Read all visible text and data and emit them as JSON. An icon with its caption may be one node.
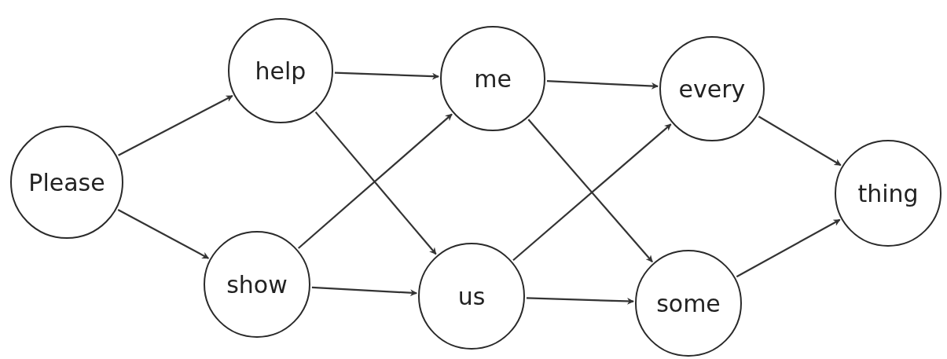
{
  "diagram": {
    "nodes": [
      {
        "text": [
          "Please"
        ]
      },
      {
        "text": [
          "help"
        ]
      },
      {
        "text": [
          "show"
        ]
      },
      {
        "text": [
          "me"
        ]
      },
      {
        "text": [
          "us"
        ]
      },
      {
        "text": [
          "every"
        ]
      },
      {
        "text": [
          "some"
        ]
      },
      {
        "text": [
          "thing"
        ]
      }
    ],
    "edges": [
      {
        "from": 0,
        "to": 1,
        "arrow": "to"
      },
      {
        "from": 0,
        "to": 2,
        "arrow": "to"
      },
      {
        "from": 1,
        "to": 3,
        "arrow": "to"
      },
      {
        "from": 1,
        "to": 4,
        "arrow": "to"
      },
      {
        "from": 2,
        "to": 3,
        "arrow": "to"
      },
      {
        "from": 2,
        "to": 4,
        "arrow": "to"
      },
      {
        "from": 3,
        "to": 5,
        "arrow": "to"
      },
      {
        "from": 3,
        "to": 6,
        "arrow": "to"
      },
      {
        "from": 4,
        "to": 5,
        "arrow": "to"
      },
      {
        "from": 4,
        "to": 6,
        "arrow": "to"
      },
      {
        "from": 5,
        "to": 7,
        "arrow": "to"
      },
      {
        "from": 6,
        "to": 7,
        "arrow": "to"
      }
    ]
  }
}
